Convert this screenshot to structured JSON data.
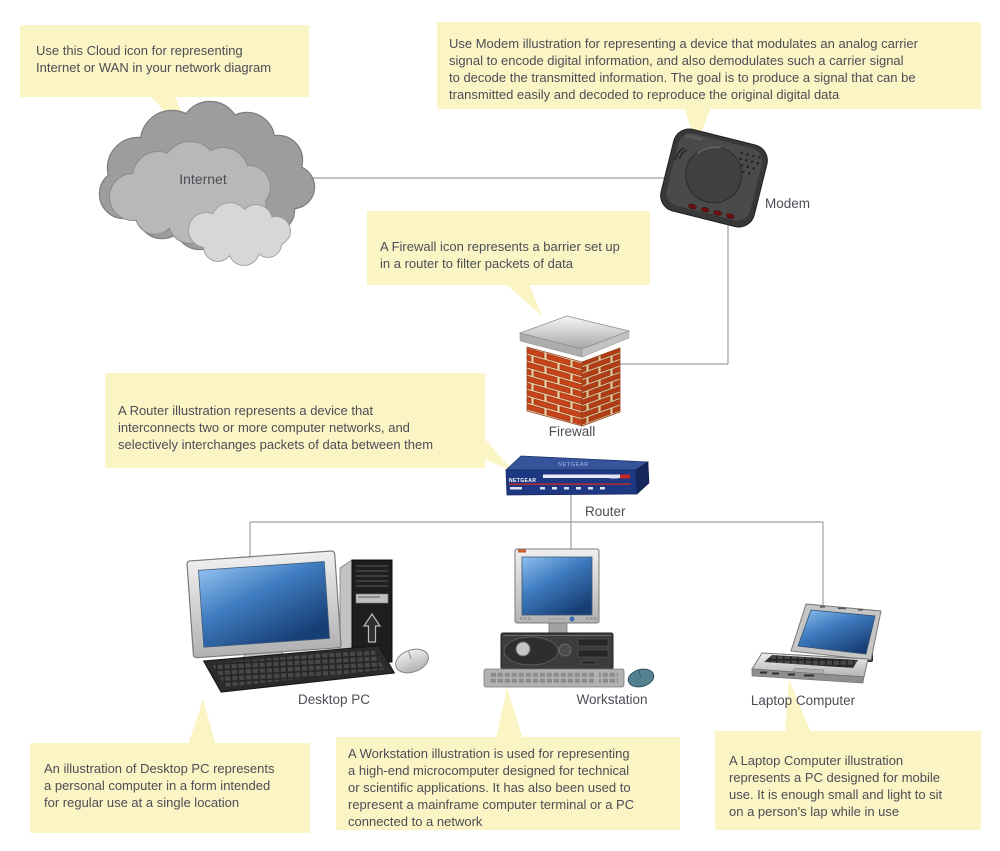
{
  "colors": {
    "background": "#ffffff",
    "note_fill": "#fbf4c5",
    "note_text": "#4d4d55",
    "connector": "#9f9f9f",
    "brick_red": "#c7441b",
    "router_blue": "#1e3884",
    "screen_blue": "#3f7cc0",
    "cloud_dark": "#9d9d9d",
    "cloud_medium": "#b8b8b8",
    "cloud_light": "#d7d7d7"
  },
  "notes": {
    "cloud": "Use this Cloud icon for representing\nInternet or WAN in your network diagram",
    "modem": "Use Modem illustration for representing a device that modulates an analog carrier\nsignal to encode digital information, and also demodulates such a carrier signal\nto decode the transmitted information. The goal is to produce a signal that can be\ntransmitted easily and decoded to reproduce the original digital data",
    "firewall": "A Firewall icon represents a barrier set up\nin a router to filter packets of data",
    "router": "A Router illustration represents a device that\ninterconnects two or more computer networks, and\nselectively interchanges packets of data between them",
    "desktop_pc": "An illustration of Desktop PC represents\na personal computer in a form intended\nfor regular use at a single location",
    "workstation": "A Workstation illustration is used for representing\na high-end microcomputer designed for technical\nor scientific applications. It has also been used to\nrepresent a mainframe computer terminal or a PC\nconnected to a network",
    "laptop": "A Laptop Computer illustration\nrepresents a PC designed for mobile\nuse. It is enough small and light to sit\non a person's lap while in use"
  },
  "labels": {
    "internet": "Internet",
    "modem": "Modem",
    "firewall": "Firewall",
    "router": "Router",
    "desktop_pc": "Desktop PC",
    "workstation": "Workstation",
    "laptop": "Laptop Computer"
  },
  "devices": {
    "router_brand": "NETGEAR"
  }
}
